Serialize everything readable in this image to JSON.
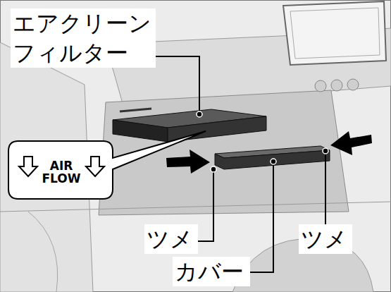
{
  "diagram": {
    "nodes": [
      {
        "text": [
          "AIR FLOW"
        ]
      }
    ],
    "labels": [
      "エアクリーン フィルター",
      "ツメ",
      "カバー",
      "ツメ"
    ]
  }
}
